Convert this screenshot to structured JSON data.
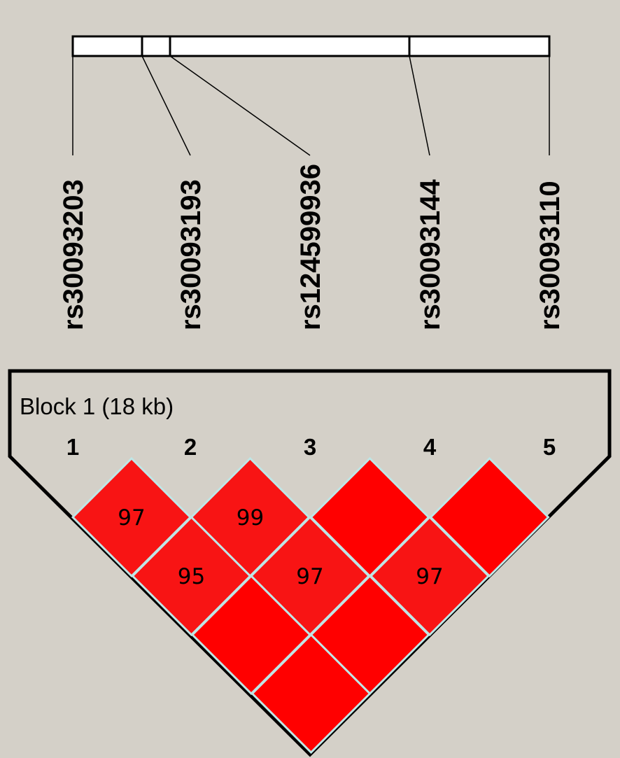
{
  "block": {
    "label": "Block 1 (18 kb)"
  },
  "snps": [
    {
      "index": "1",
      "name": "rs30093203"
    },
    {
      "index": "2",
      "name": "rs30093193"
    },
    {
      "index": "3",
      "name": "rs124599936"
    },
    {
      "index": "4",
      "name": "rs30093144"
    },
    {
      "index": "5",
      "name": "rs30093110"
    }
  ],
  "ld_cells": [
    {
      "i": 1,
      "j": 2,
      "value": "97"
    },
    {
      "i": 2,
      "j": 3,
      "value": "99"
    },
    {
      "i": 3,
      "j": 4,
      "value": ""
    },
    {
      "i": 4,
      "j": 5,
      "value": ""
    },
    {
      "i": 1,
      "j": 3,
      "value": "95"
    },
    {
      "i": 2,
      "j": 4,
      "value": "97"
    },
    {
      "i": 3,
      "j": 5,
      "value": "97"
    },
    {
      "i": 1,
      "j": 4,
      "value": ""
    },
    {
      "i": 2,
      "j": 5,
      "value": ""
    },
    {
      "i": 1,
      "j": 5,
      "value": ""
    }
  ],
  "colors": {
    "background": "#d4d0c8",
    "ld_full": "#ff0000",
    "ld_high": "#f81414",
    "cell_border": "#bfe6e6"
  }
}
